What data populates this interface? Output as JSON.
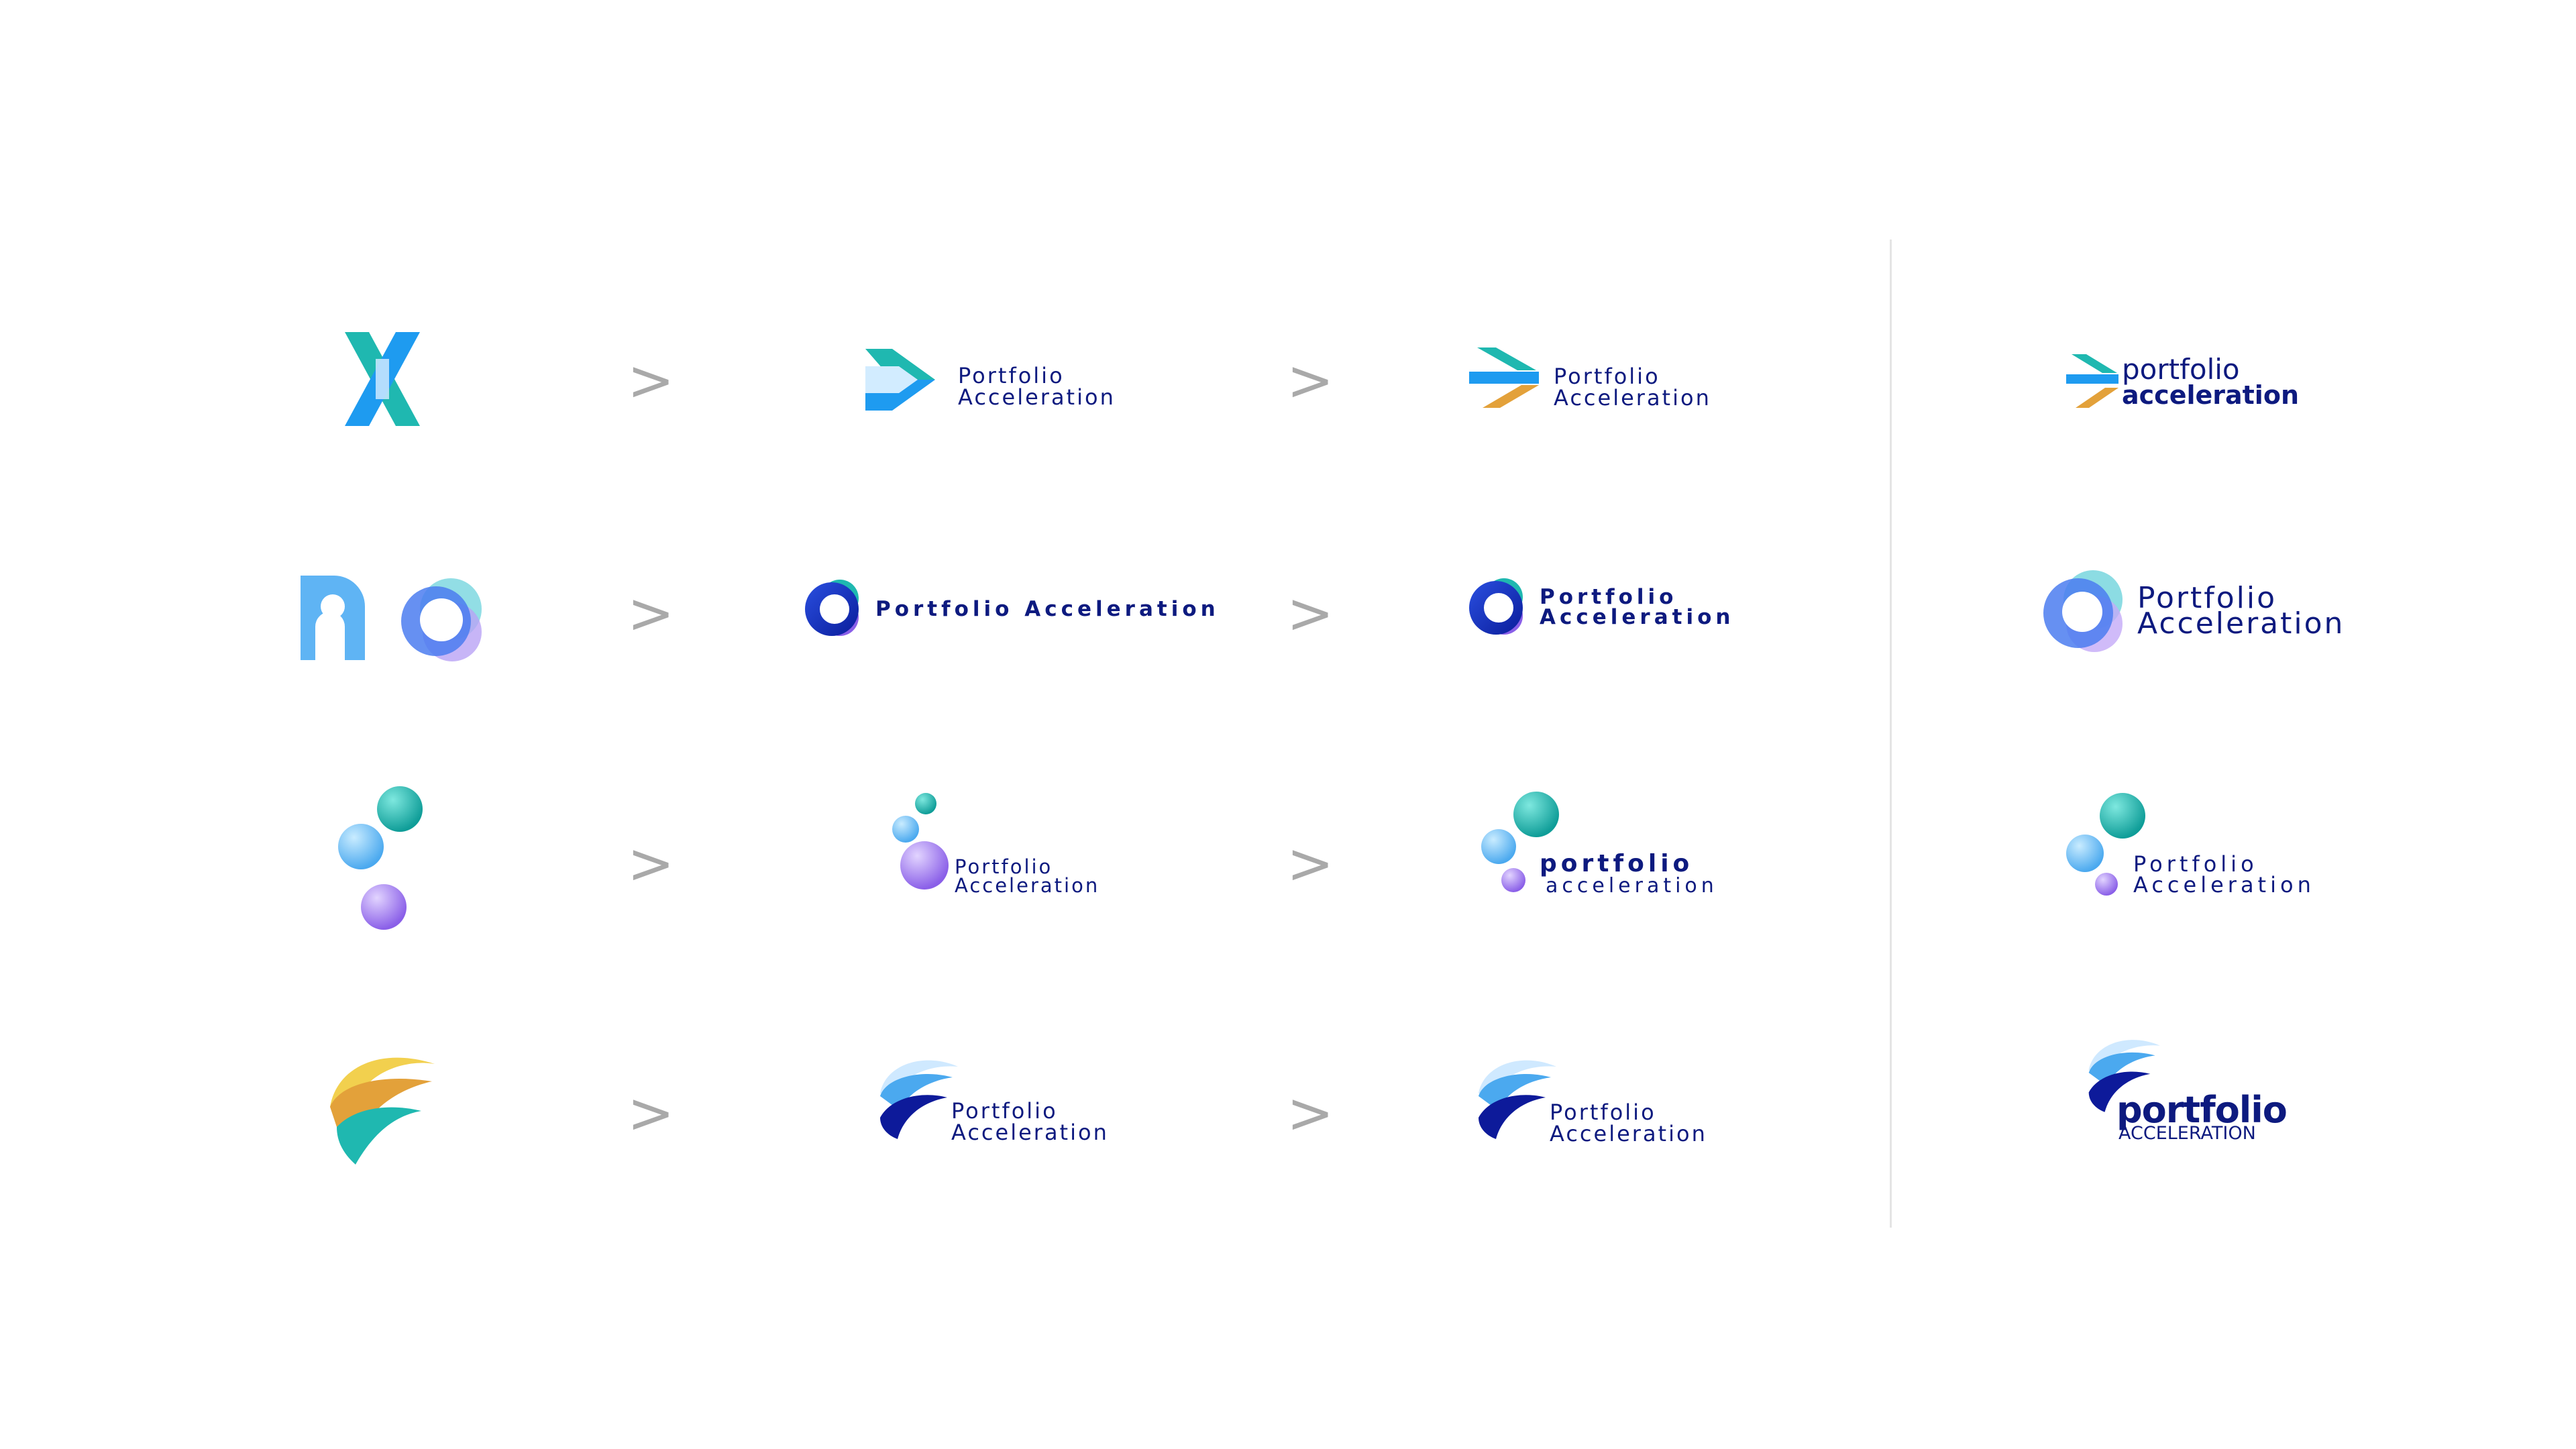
{
  "arrows": [
    ">",
    ">",
    ">",
    ">",
    ">",
    ">",
    ">",
    ">"
  ],
  "row1": {
    "v2": {
      "line1": "Portfolio",
      "line2": "Acceleration"
    },
    "v3": {
      "line1": "Portfolio",
      "line2": "Acceleration"
    },
    "final": {
      "line1": "portfolio",
      "line2": "acceleration"
    }
  },
  "row2": {
    "v2": {
      "text": "Portfolio Acceleration"
    },
    "v3": {
      "line1": "Portfolio",
      "line2": "Acceleration"
    },
    "final": {
      "line1": "Portfolio",
      "line2": "Acceleration"
    }
  },
  "row3": {
    "v2": {
      "line1": "Portfolio",
      "line2": "Acceleration"
    },
    "v3": {
      "line1": "portfolio",
      "line2": "acceleration"
    },
    "final": {
      "line1": "Portfolio",
      "line2": "Acceleration"
    }
  },
  "row4": {
    "v2": {
      "line1": "Portfolio",
      "line2": "Acceleration"
    },
    "v3": {
      "line1": "Portfolio",
      "line2": "Acceleration"
    },
    "final": {
      "line1": "portfolio",
      "line2": "ACCELERATION"
    }
  },
  "colors": {
    "navy": "#0d1a7f",
    "teal": "#1fb8b0",
    "blue": "#1e9bf0",
    "orange": "#e3a13a",
    "yellow": "#f2d04e",
    "purple": "#9a73ee",
    "divider": "#e4e4e4",
    "arrow": "#a9a9a9"
  }
}
